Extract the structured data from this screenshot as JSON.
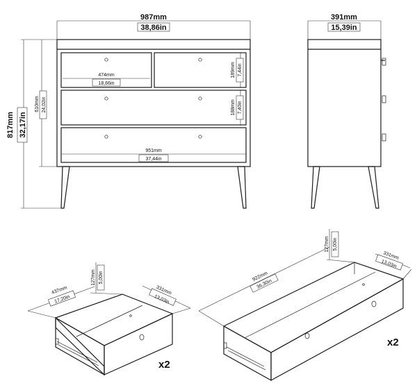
{
  "front": {
    "width_mm": "987mm",
    "width_in": "38,86in",
    "height_mm": "817mm",
    "height_in": "32,17in",
    "body_h_mm": "610mm",
    "body_h_in": "24,02in",
    "small_w_mm": "474mm",
    "small_w_in": "18,66in",
    "top_h_mm": "189mm",
    "top_h_in": "7,44in",
    "mid_h_mm": "188mm",
    "mid_h_in": "7,40in",
    "inner_w_mm": "951mm",
    "inner_w_in": "37,44in"
  },
  "side": {
    "depth_mm": "391mm",
    "depth_in": "15,39in"
  },
  "small_drawer": {
    "h_mm": "127mm",
    "h_in": "5,00in",
    "w_mm": "437mm",
    "w_in": "17,20in",
    "d_mm": "331mm",
    "d_in": "13,03in",
    "qty": "x2"
  },
  "large_drawer": {
    "h_mm": "127mm",
    "h_in": "5,00in",
    "w_mm": "922mm",
    "w_in": "36,30in",
    "d_mm": "331mm",
    "d_in": "13,03in",
    "qty": "x2"
  }
}
